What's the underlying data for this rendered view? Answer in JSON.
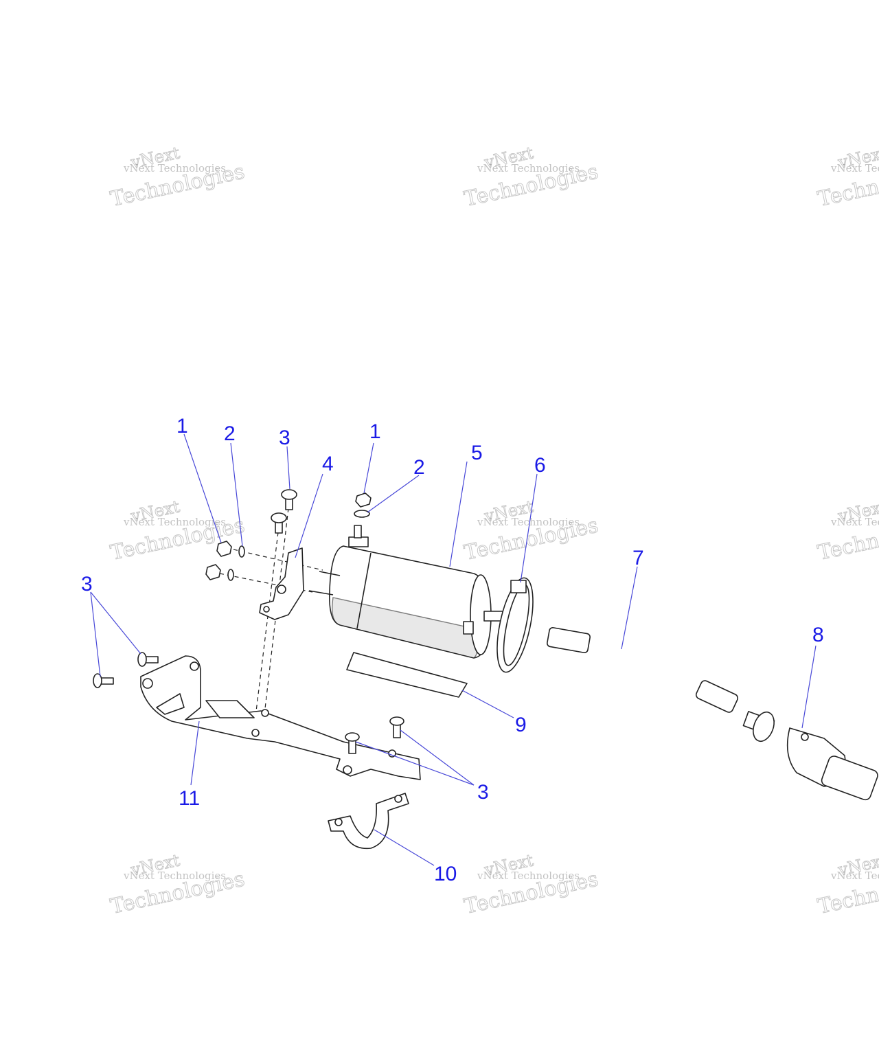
{
  "watermark": {
    "line1": "vNext Technologies",
    "line2": "vNext",
    "line3": "Technologies"
  },
  "callouts": [
    {
      "id": "c1a",
      "label": "1"
    },
    {
      "id": "c2a",
      "label": "2"
    },
    {
      "id": "c3a",
      "label": "3"
    },
    {
      "id": "c4",
      "label": "4"
    },
    {
      "id": "c1b",
      "label": "1"
    },
    {
      "id": "c2b",
      "label": "2"
    },
    {
      "id": "c5",
      "label": "5"
    },
    {
      "id": "c6",
      "label": "6"
    },
    {
      "id": "c7",
      "label": "7"
    },
    {
      "id": "c8",
      "label": "8"
    },
    {
      "id": "c3b",
      "label": "3"
    },
    {
      "id": "c9",
      "label": "9"
    },
    {
      "id": "c11",
      "label": "11"
    },
    {
      "id": "c3c",
      "label": "3"
    },
    {
      "id": "c10",
      "label": "10"
    }
  ],
  "colors": {
    "callout": "#1a1ae6",
    "leader": "#4848d8",
    "outline": "#222222"
  }
}
